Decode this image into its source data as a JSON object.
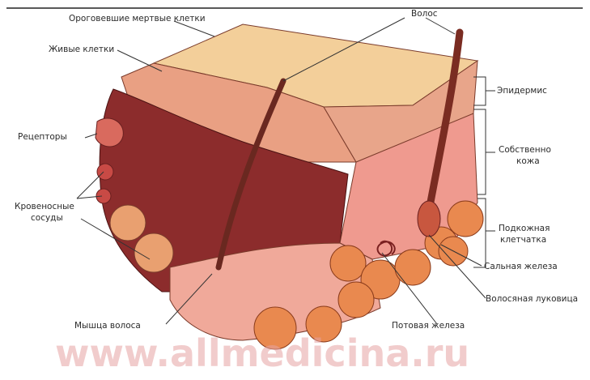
{
  "labels": {
    "keratinized_dead_cells": "Ороговевшие мертвые клетки",
    "living_cells": "Живые клетки",
    "hair": "Волос",
    "epidermis": "Эпидермис",
    "receptors": "Рецепторы",
    "dermis_line1": "Собственно",
    "dermis_line2": "кожа",
    "blood_vessels_line1": "Кровеносные",
    "blood_vessels_line2": "сосуды",
    "subcutaneous_line1": "Подкожная",
    "subcutaneous_line2": "клетчатка",
    "sebaceous_gland": "Сальная железа",
    "hair_follicle": "Волосяная луковица",
    "hair_muscle": "Мышца волоса",
    "sweat_gland": "Потовая железа"
  },
  "watermark": "www.allmedicina.ru",
  "colors": {
    "top_surface": "#f3cf9a",
    "epidermis": "#e9a083",
    "dermis": "#ef9a8f",
    "deep_tissue": "#8c2c2c",
    "fat": "#e9894f",
    "label_line": "#333333"
  }
}
